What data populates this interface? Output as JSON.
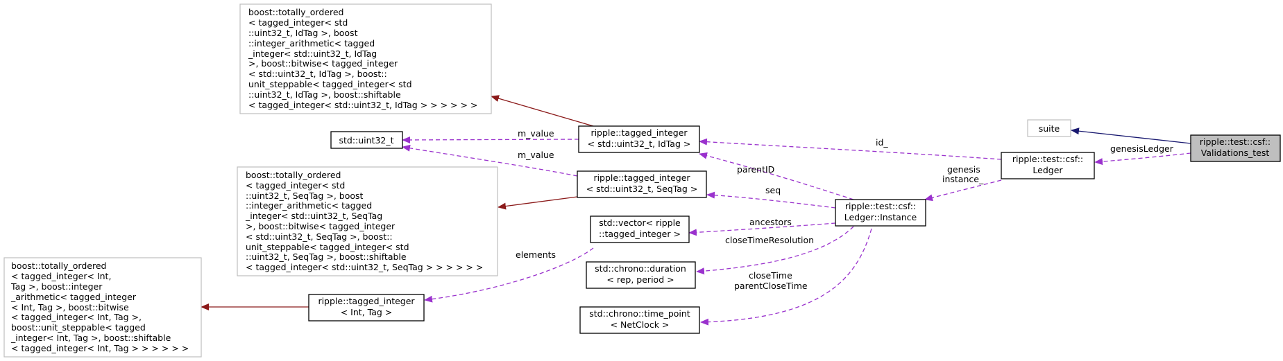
{
  "nodes": {
    "totally_ordered_idtag": {
      "lines": [
        "boost::totally_ordered",
        "< tagged_integer< std",
        "::uint32_t, IdTag >, boost",
        "::integer_arithmetic< tagged",
        "_integer< std::uint32_t, IdTag",
        " >, boost::bitwise< tagged_integer",
        "< std::uint32_t, IdTag >, boost::",
        "unit_steppable< tagged_integer< std",
        "::uint32_t, IdTag >, boost::shiftable",
        "< tagged_integer< std::uint32_t, IdTag > > > > > >"
      ]
    },
    "uint32": {
      "lines": [
        "std::uint32_t"
      ]
    },
    "totally_ordered_seqtag": {
      "lines": [
        "boost::totally_ordered",
        "< tagged_integer< std",
        "::uint32_t, SeqTag >, boost",
        "::integer_arithmetic< tagged",
        "_integer< std::uint32_t, SeqTag",
        " >, boost::bitwise< tagged_integer",
        "< std::uint32_t, SeqTag >, boost::",
        "unit_steppable< tagged_integer< std",
        "::uint32_t, SeqTag >, boost::shiftable",
        "< tagged_integer< std::uint32_t, SeqTag > > > > > >"
      ]
    },
    "totally_ordered_int": {
      "lines": [
        "boost::totally_ordered",
        "< tagged_integer< Int,",
        " Tag >, boost::integer",
        "_arithmetic< tagged_integer",
        "< Int, Tag >, boost::bitwise",
        "< tagged_integer< Int, Tag >,",
        " boost::unit_steppable< tagged",
        "_integer< Int, Tag >, boost::shiftable",
        "< tagged_integer< Int, Tag > > > > > >"
      ]
    },
    "tagged_idtag": {
      "lines": [
        "ripple::tagged_integer",
        "< std::uint32_t, IdTag >"
      ]
    },
    "tagged_seqtag": {
      "lines": [
        "ripple::tagged_integer",
        "< std::uint32_t, SeqTag >"
      ]
    },
    "vector": {
      "lines": [
        "std::vector< ripple",
        "::tagged_integer >"
      ]
    },
    "tagged_int": {
      "lines": [
        "ripple::tagged_integer",
        "< Int, Tag >"
      ]
    },
    "duration": {
      "lines": [
        "std::chrono::duration",
        "< rep, period >"
      ]
    },
    "time_point": {
      "lines": [
        "std::chrono::time_point",
        "< NetClock >"
      ]
    },
    "instance": {
      "lines": [
        "ripple::test::csf::",
        "Ledger::Instance"
      ]
    },
    "ledger": {
      "lines": [
        "ripple::test::csf::",
        "Ledger"
      ]
    },
    "suite": {
      "lines": [
        "suite"
      ]
    },
    "validations_test": {
      "lines": [
        "ripple::test::csf::",
        "Validations_test"
      ]
    }
  },
  "edge_labels": {
    "m_value_1": "m_value",
    "m_value_2": "m_value",
    "parent_id": "parentID",
    "seq": "seq",
    "ancestors": "ancestors",
    "close_time_resolution": "closeTimeResolution",
    "close_time": [
      "closeTime",
      "parentCloseTime"
    ],
    "elements": "elements",
    "id": "id_",
    "genesis_instance": [
      "genesis",
      "instance_"
    ],
    "genesis_ledger": "genesisLedger"
  },
  "colors": {
    "inheritance": "#8b1a1a",
    "public_inheritance": "#191970",
    "member_usage": "#9a32cd",
    "focus_fill": "#bfbfbf",
    "external_border": "#bfbfbf"
  }
}
